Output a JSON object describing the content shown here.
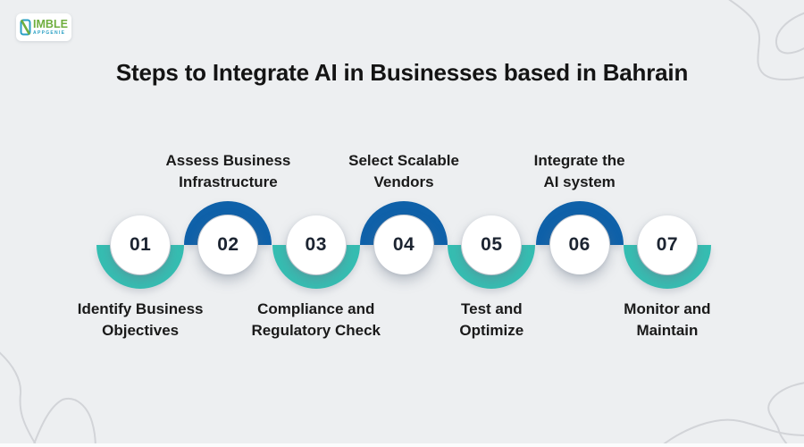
{
  "logo": {
    "main": "IMBLE",
    "sub": "APPGENIE"
  },
  "title": "Steps to Integrate AI in Businesses based in Bahrain",
  "steps": [
    {
      "number": "01",
      "arc": "teal",
      "label_position": "bottom",
      "label_line1": "Identify Business",
      "label_line2": "Objectives"
    },
    {
      "number": "02",
      "arc": "blue",
      "label_position": "top",
      "label_line1": "Assess Business",
      "label_line2": "Infrastructure"
    },
    {
      "number": "03",
      "arc": "teal",
      "label_position": "bottom",
      "label_line1": "Compliance and",
      "label_line2": "Regulatory Check"
    },
    {
      "number": "04",
      "arc": "blue",
      "label_position": "top",
      "label_line1": "Select Scalable",
      "label_line2": "Vendors"
    },
    {
      "number": "05",
      "arc": "teal",
      "label_position": "bottom",
      "label_line1": "Test and",
      "label_line2": "Optimize"
    },
    {
      "number": "06",
      "arc": "blue",
      "label_position": "top",
      "label_line1": "Integrate the",
      "label_line2": "AI system"
    },
    {
      "number": "07",
      "arc": "teal",
      "label_position": "bottom",
      "label_line1": "Monitor and",
      "label_line2": "Maintain"
    }
  ],
  "icons": {
    "logo_phone": "phone-outline-icon"
  },
  "colors": {
    "teal": "#35BEB2",
    "blue": "#0F61A9",
    "bg": "#EDEFF1",
    "number": "#1C2431",
    "label": "#1A1A1A",
    "title": "#141414",
    "squiggle": "#D2D4D8",
    "logo_green": "#6FAE3E",
    "logo_teal": "#2AA0C4"
  }
}
